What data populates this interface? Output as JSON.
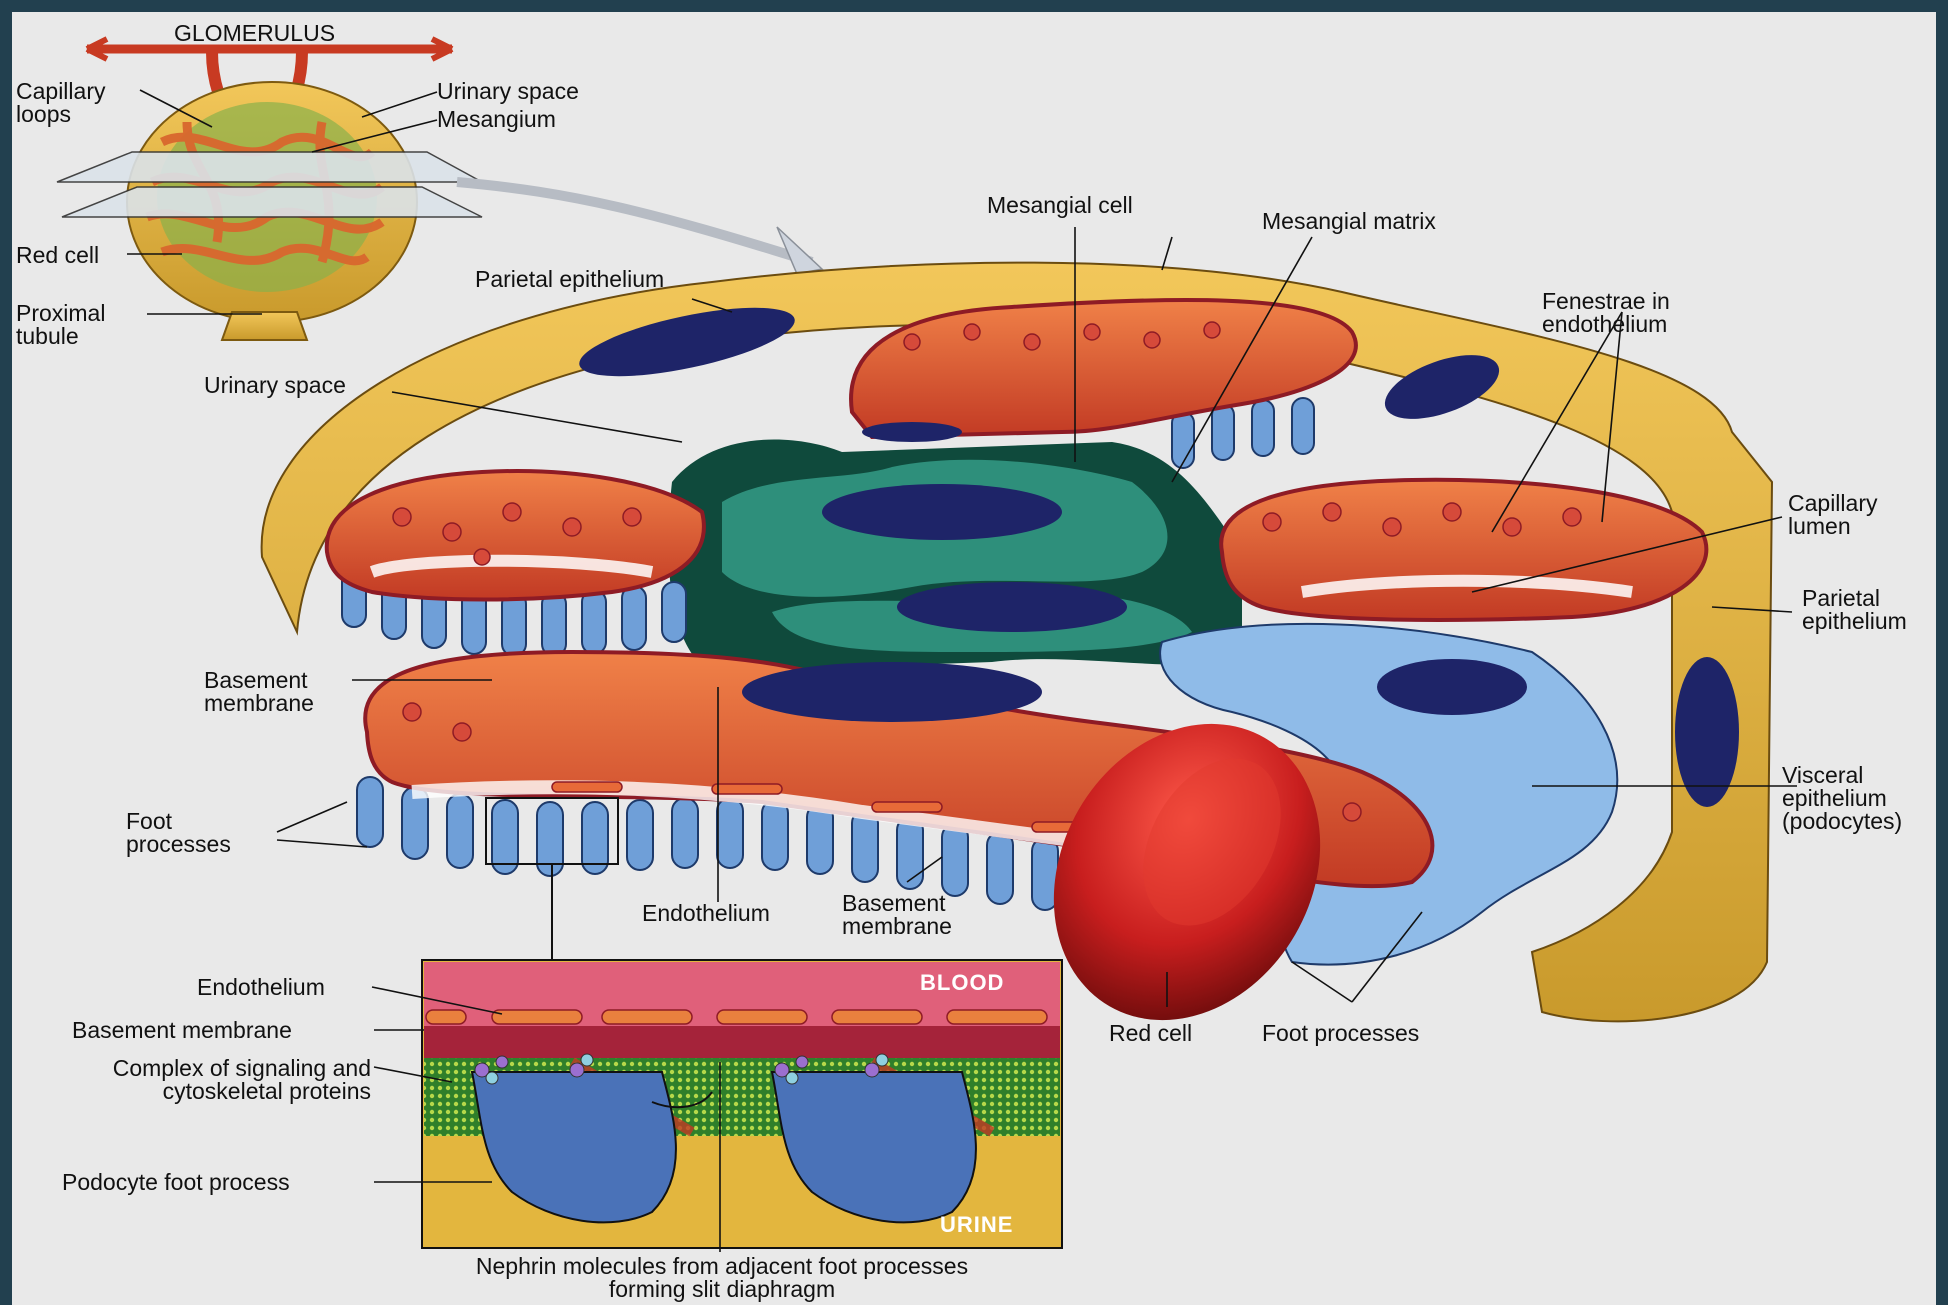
{
  "labels": {
    "glomerulus": "GLOMERULUS",
    "capillary_loops": "Capillary loops",
    "urinary_space_top": "Urinary space",
    "mesangium": "Mesangium",
    "red_cell_top": "Red cell",
    "proximal_tubule": "Proximal tubule",
    "parietal_epithelium_top": "Parietal epithelium",
    "mesangial_cell": "Mesangial cell",
    "mesangial_matrix": "Mesangial matrix",
    "fenestrae": "Fenestrae in endothelium",
    "urinary_space_main": "Urinary space",
    "capillary_lumen": "Capillary lumen",
    "parietal_epithelium_right": "Parietal epithelium",
    "basement_membrane_left": "Basement membrane",
    "visceral_epithelium": "Visceral epithelium (podocytes)",
    "foot_processes_left": "Foot processes",
    "endothelium_main": "Endothelium",
    "basement_membrane_bottom": "Basement membrane",
    "red_cell_bottom": "Red cell",
    "foot_processes_bottom": "Foot processes",
    "inset_endothelium": "Endothelium",
    "inset_basement_membrane": "Basement membrane",
    "inset_complex": "Complex of signaling and cytoskeletal proteins",
    "inset_podocyte": "Podocyte foot process",
    "inset_blood": "BLOOD",
    "inset_urine": "URINE",
    "nephrin": "Nephrin molecules from adjacent foot processes forming slit diaphragm"
  },
  "colors": {
    "capsule": "#e2b646",
    "capillary_wall": "#c8402a",
    "capillary_inner": "#ef7a3e",
    "endothelium_dark": "#8e1b25",
    "mesangium_dark": "#0f4a3c",
    "mesangium_mid": "#2e8f7b",
    "nucleus": "#1e2468",
    "foot_process": "#6f9fd8",
    "podocyte": "#8fbbe8",
    "red_cell": "#c81e1e",
    "blood_band": "#e0607a",
    "urine_band": "#e3b63e",
    "background": "#e9e9e9",
    "frame": "#22404f"
  }
}
